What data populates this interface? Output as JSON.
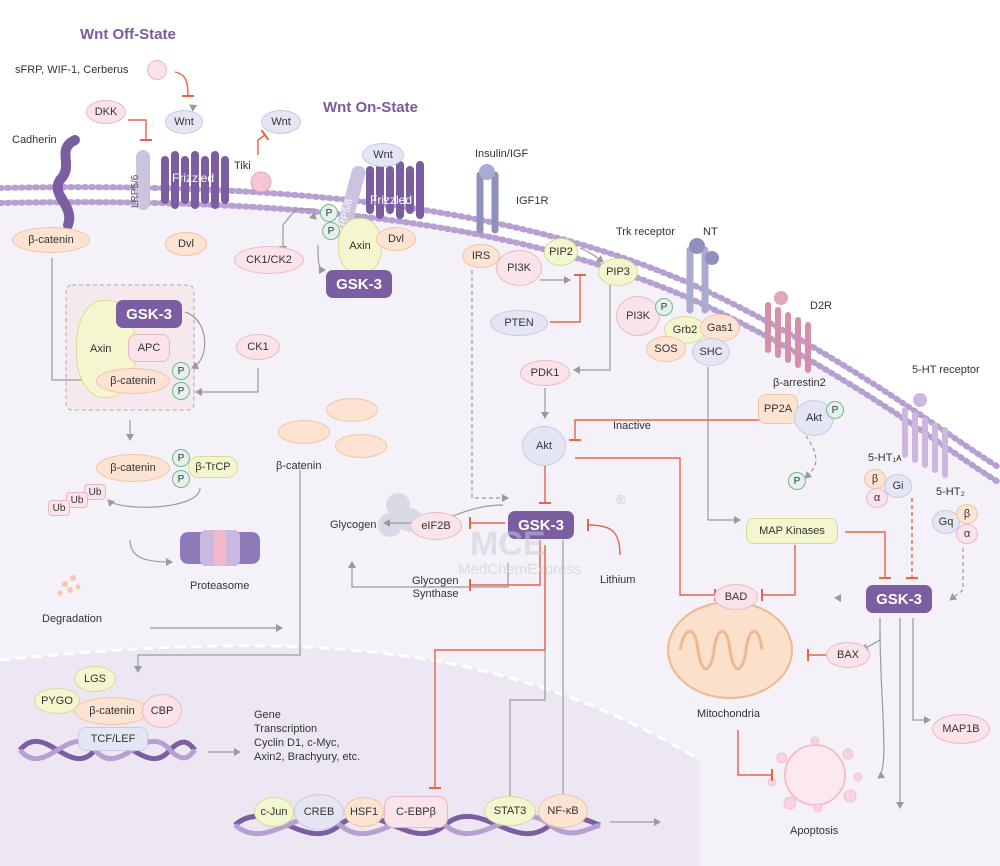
{
  "titles": {
    "wnt_off": "Wnt Off-State",
    "wnt_on": "Wnt On-State"
  },
  "labels": {
    "sfrp": "sFRP, WIF-1, Cerberus",
    "dkk": "DKK",
    "wnt": "Wnt",
    "cadherin": "Cadherin",
    "lrp": "LRP5/6",
    "frizzled": "Frizzled",
    "tiki": "Tiki",
    "beta_catenin": "β-catenin",
    "dvl": "Dvl",
    "ck1_ck2": "CK1/CK2",
    "axin": "Axin",
    "gsk3": "GSK-3",
    "apc": "APC",
    "ck1": "CK1",
    "p": "P",
    "btrcp": "β-TrCP",
    "ub": "Ub",
    "proteasome": "Proteasome",
    "degradation": "Degradation",
    "lgs": "LGS",
    "pygo": "PYGO",
    "cbp": "CBP",
    "tcf_lef": "TCF/LEF",
    "gene_transcription": [
      "Gene",
      "Transcription",
      "Cyclin D1, c-Myc,",
      "Axin2, Brachyury, etc."
    ],
    "insulin_igf": "Insulin/IGF",
    "igf1r": "IGF1R",
    "irs": "IRS",
    "pi3k": "PI3K",
    "pip2": "PIP2",
    "pip3": "PIP3",
    "pten": "PTEN",
    "pdk1": "PDK1",
    "akt": "Akt",
    "inactive": "Inactive",
    "trk_receptor": "Trk receptor",
    "nt": "NT",
    "grb2": "Grb2",
    "gas1": "Gas1",
    "sos": "SOS",
    "shc": "SHC",
    "d2r": "D2R",
    "beta_arrestin2": "β-arrestin2",
    "pp2a": "PP2A",
    "ht_receptor": "5-HT receptor",
    "ht1a": "5-HT₁ᴀ",
    "ht2": "5-HT₂",
    "beta": "β",
    "alpha": "α",
    "gi": "Gi",
    "gq": "Gq",
    "glycogen": "Glycogen",
    "eif2b": "eIF2B",
    "glycogen_synthase": [
      "Glycogen",
      "Synthase"
    ],
    "lithium": "Lithium",
    "map_kinases": "MAP Kinases",
    "bad": "BAD",
    "bax": "BAX",
    "mitochondria": "Mitochondria",
    "map1b": "MAP1B",
    "apoptosis": "Apoptosis",
    "cjun": "c-Jun",
    "creb": "CREB",
    "hsf1": "HSF1",
    "cebpb": "C-EBPβ",
    "stat3": "STAT3",
    "nfkb": "NF-κB"
  },
  "watermark": {
    "brand": "MCE",
    "sub": "MedChemExpress",
    "reg": "®"
  },
  "colors": {
    "gsk": "#7b5ea2",
    "inhibit": "#e4654a",
    "arrow": "#999999",
    "membrane": "#a58ac4",
    "cell": "#f4f1f8"
  }
}
